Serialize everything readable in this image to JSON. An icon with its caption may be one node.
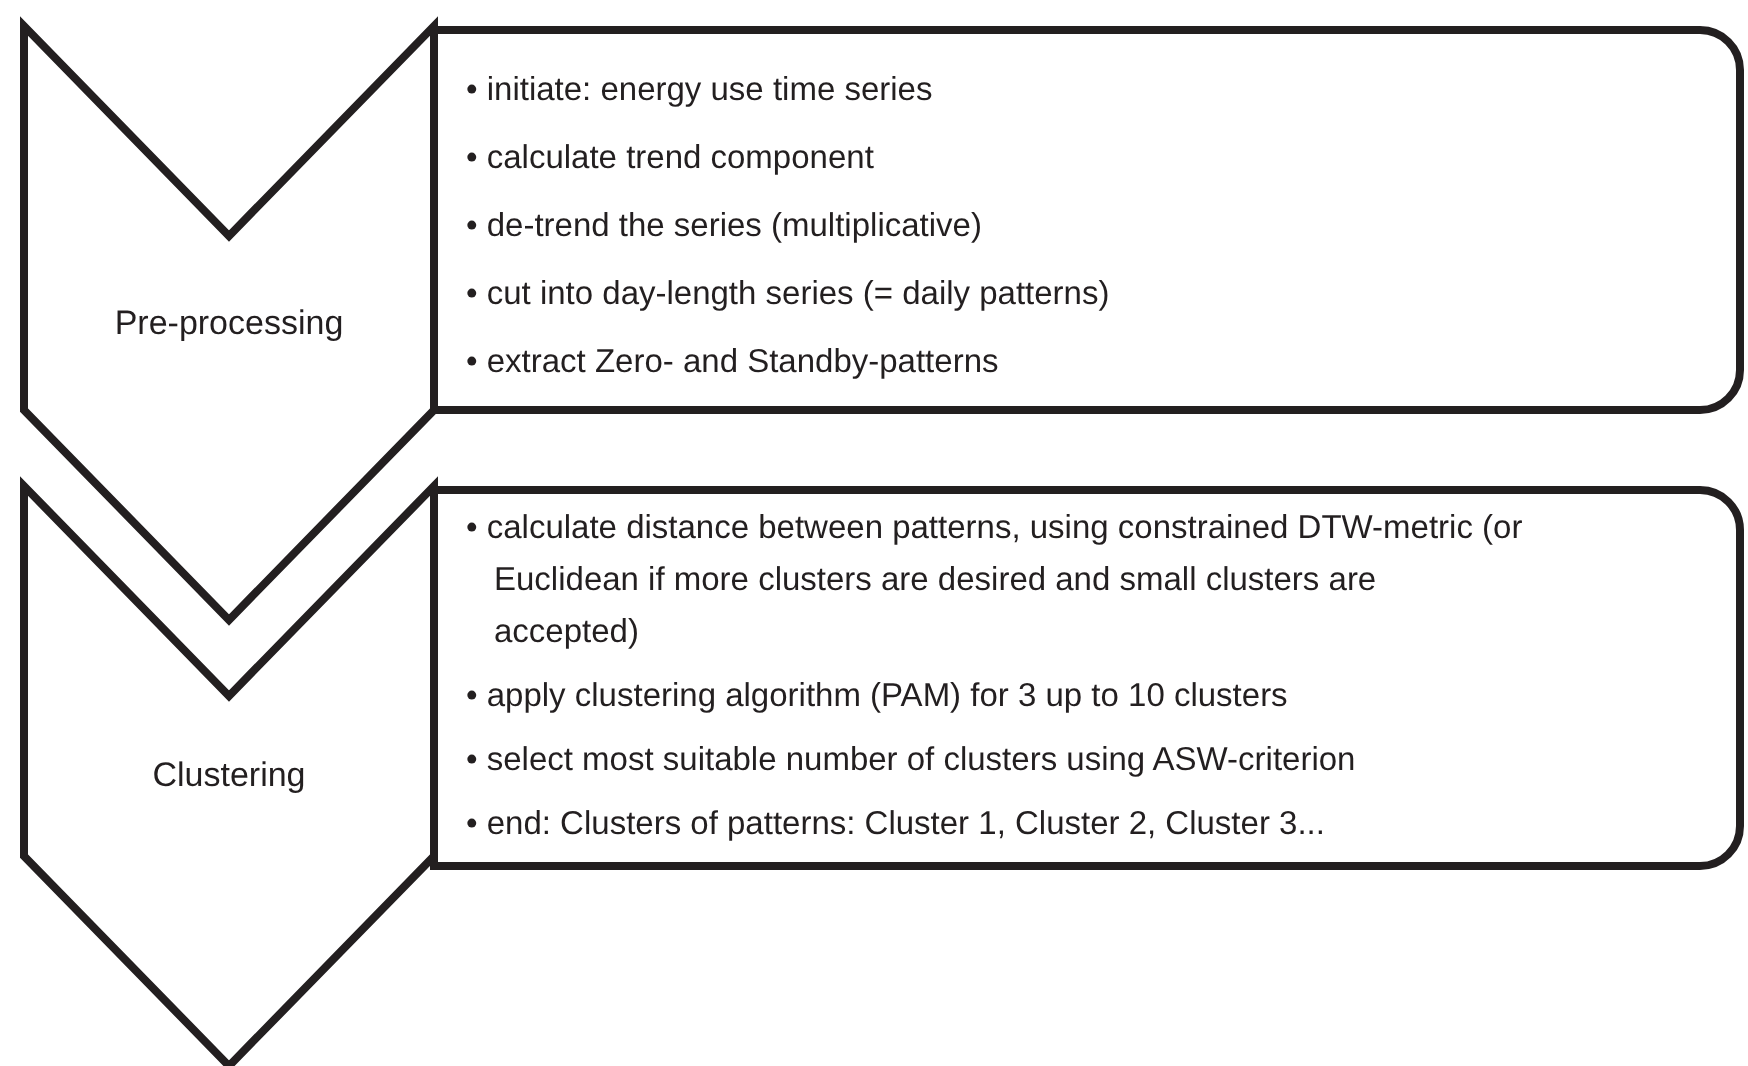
{
  "diagram": {
    "nodes": [
      {
        "text": [
          "Pre-processing"
        ]
      },
      {
        "text": [
          "• initiate: energy use time series",
          "• calculate trend component",
          "• de-trend the series (multiplicative)",
          "• cut into day-length series (= daily patterns)",
          "• extract Zero- and Standby-patterns"
        ]
      },
      {
        "text": [
          "Clustering"
        ]
      },
      {
        "text": [
          "• calculate distance between patterns, using constrained DTW-metric (or Euclidean if more clusters are desired and small clusters are accepted)",
          "• apply clustering algorithm (PAM) for 3 up to 10 clusters",
          "• select most suitable number of clusters using ASW-criterion",
          "• end: Clusters of patterns: Cluster 1, Cluster 2, Cluster 3..."
        ]
      }
    ]
  }
}
